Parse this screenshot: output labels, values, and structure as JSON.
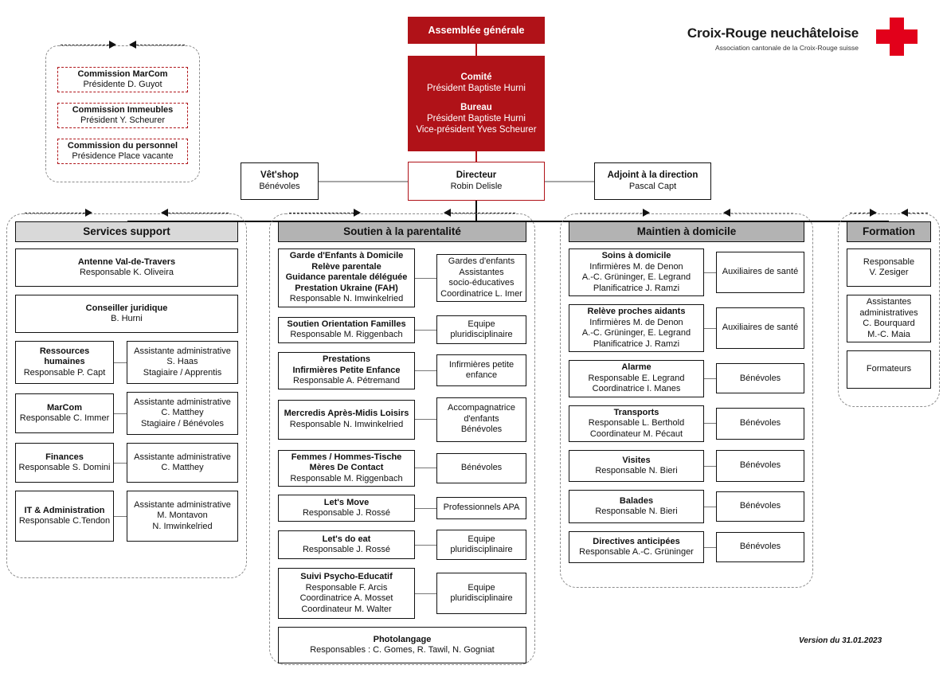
{
  "logo": {
    "title": "Croix-Rouge neuchâteloise",
    "subtitle": "Association cantonale de la Croix-Rouge suisse",
    "icon": "red-cross-icon"
  },
  "version": "Version du 31.01.2023",
  "commissions": {
    "items": [
      {
        "title": "Commission MarCom",
        "sub": "Présidente D. Guyot"
      },
      {
        "title": "Commission Immeubles",
        "sub": "Président Y. Scheurer"
      },
      {
        "title": "Commission du personnel",
        "sub": "Présidence Place vacante"
      }
    ]
  },
  "top": {
    "assemblee": "Assemblée générale",
    "comite": {
      "groups": [
        {
          "title": "Comité",
          "lines": [
            "Président Baptiste Hurni"
          ]
        },
        {
          "title": "Bureau",
          "lines": [
            "Président Baptiste Hurni",
            "Vice-président Yves Scheurer"
          ]
        }
      ]
    },
    "directeur": {
      "title": "Directeur",
      "sub": "Robin Delisle"
    },
    "vetshop": {
      "title": "Vêt'shop",
      "sub": "Bénévoles"
    },
    "adjoint": {
      "title": "Adjoint à la direction",
      "sub": "Pascal Capt"
    }
  },
  "columns": [
    {
      "id": "services-support",
      "header": "Services support",
      "header_bg": "#d9d9d9",
      "rows": [
        {
          "type": "full",
          "left": {
            "bold": [
              "Antenne Val-de-Travers"
            ],
            "text": [
              "Responsable K. Oliveira"
            ],
            "h": 48
          }
        },
        {
          "type": "full",
          "left": {
            "bold": [
              "Conseiller juridique"
            ],
            "text": [
              "B. Hurni"
            ],
            "h": 48
          }
        },
        {
          "type": "pair",
          "left": {
            "bold": [
              "Ressources",
              "humaines"
            ],
            "text": [
              "Responsable P. Capt"
            ],
            "h": 54
          },
          "right": {
            "bold": [],
            "text": [
              "Assistante administrative",
              "S. Haas",
              "Stagiaire / Apprentis"
            ],
            "h": 54
          }
        },
        {
          "type": "pair",
          "left": {
            "bold": [
              "MarCom"
            ],
            "text": [
              "Responsable C. Immer"
            ],
            "h": 50
          },
          "right": {
            "bold": [],
            "text": [
              "Assistante administrative",
              "C. Matthey",
              "Stagiaire / Bénévoles"
            ],
            "h": 54
          }
        },
        {
          "type": "pair",
          "left": {
            "bold": [
              "Finances"
            ],
            "text": [
              "Responsable S. Domini"
            ],
            "h": 50
          },
          "right": {
            "bold": [],
            "text": [
              "Assistante administrative",
              "C. Matthey"
            ],
            "h": 50
          }
        },
        {
          "type": "pair",
          "left": {
            "bold": [
              "IT & Administration"
            ],
            "text": [
              "Responsable C.Tendon"
            ],
            "h": 64
          },
          "right": {
            "bold": [],
            "text": [
              "Assistante administrative",
              "M. Montavon",
              "N. Imwinkelried"
            ],
            "h": 64
          }
        }
      ]
    },
    {
      "id": "soutien-parentalite",
      "header": "Soutien à la parentalité",
      "header_bg": "#b3b3b3",
      "rows": [
        {
          "type": "pair",
          "left": {
            "bold": [
              "Garde d'Enfants à Domicile",
              "Relève parentale",
              "Guidance parentale déléguée",
              "Prestation Ukraine (FAH)"
            ],
            "text": [
              "Responsable N. Imwinkelried"
            ],
            "h": 74
          },
          "right": {
            "bold": [],
            "text": [
              "Gardes d'enfants",
              "Assistantes",
              "socio-éducatives",
              "Coordinatrice L. Imer"
            ],
            "h": 58
          }
        },
        {
          "type": "pair",
          "left": {
            "bold": [
              "Soutien Orientation Familles"
            ],
            "text": [
              "Responsable M. Riggenbach"
            ],
            "h": 32
          },
          "right": {
            "bold": [],
            "text": [
              "Equipe",
              "pluridisciplinaire"
            ],
            "h": 36
          }
        },
        {
          "type": "pair",
          "left": {
            "bold": [
              "Prestations",
              "Infirmières Petite Enfance"
            ],
            "text": [
              "Responsable A. Pétremand"
            ],
            "h": 44
          },
          "right": {
            "bold": [],
            "text": [
              "Infirmières petite",
              "enfance"
            ],
            "h": 40
          }
        },
        {
          "type": "pair",
          "left": {
            "bold": [
              "Mercredis Après-Midis Loisirs"
            ],
            "text": [
              "Responsable N. Imwinkelried"
            ],
            "h": 50
          },
          "right": {
            "bold": [],
            "text": [
              "Accompagnatrice",
              "d'enfants",
              "Bénévoles"
            ],
            "h": 56
          }
        },
        {
          "type": "pair",
          "left": {
            "bold": [
              "Femmes / Hommes-Tische",
              "Mères De Contact"
            ],
            "text": [
              "Responsable M. Riggenbach"
            ],
            "h": 44
          },
          "right": {
            "bold": [],
            "text": [
              "Bénévoles"
            ],
            "h": 38
          }
        },
        {
          "type": "pair",
          "left": {
            "bold": [
              "Let's Move"
            ],
            "text": [
              "Responsable J. Rossé"
            ],
            "h": 34
          },
          "right": {
            "bold": [],
            "text": [
              "Professionnels APA"
            ],
            "h": 28
          }
        },
        {
          "type": "pair",
          "left": {
            "bold": [
              "Let's do eat"
            ],
            "text": [
              "Responsable J. Rossé"
            ],
            "h": 36
          },
          "right": {
            "bold": [],
            "text": [
              "Equipe",
              "pluridisciplinaire"
            ],
            "h": 38
          }
        },
        {
          "type": "pair",
          "left": {
            "bold": [
              "Suivi Psycho-Educatif"
            ],
            "text": [
              "Responsable F. Arcis",
              "Coordinatrice A. Mosset",
              "Coordinateur M. Walter"
            ],
            "h": 64
          },
          "right": {
            "bold": [],
            "text": [
              "Equipe",
              "pluridisciplinaire"
            ],
            "h": 52
          }
        },
        {
          "type": "full",
          "left": {
            "bold": [
              "Photolangage"
            ],
            "text": [
              "Responsables : C. Gomes, R. Tawil, N. Gogniat"
            ],
            "h": 46
          }
        }
      ]
    },
    {
      "id": "maintien-domicile",
      "header": "Maintien à domicile",
      "header_bg": "#b3b3b3",
      "rows": [
        {
          "type": "pair",
          "left": {
            "bold": [
              "Soins à domicile"
            ],
            "text": [
              "Infirmières M. de Denon",
              "A.-C. Grüninger, E. Legrand",
              "Planificatrice J. Ramzi"
            ],
            "h": 60
          },
          "right": {
            "bold": [],
            "text": [
              "Auxiliaires de santé"
            ],
            "h": 52
          }
        },
        {
          "type": "pair",
          "left": {
            "bold": [
              "Relève proches aidants"
            ],
            "text": [
              "Infirmières M. de Denon",
              "A.-C. Grüninger, E. Legrand",
              "Planificatrice J. Ramzi"
            ],
            "h": 60
          },
          "right": {
            "bold": [],
            "text": [
              "Auxiliaires de santé"
            ],
            "h": 52
          }
        },
        {
          "type": "pair",
          "left": {
            "bold": [
              "Alarme"
            ],
            "text": [
              "Responsable E. Legrand",
              "Coordinatrice I. Manes"
            ],
            "h": 44
          },
          "right": {
            "bold": [],
            "text": [
              "Bénévoles"
            ],
            "h": 38
          }
        },
        {
          "type": "pair",
          "left": {
            "bold": [
              "Transports"
            ],
            "text": [
              "Responsable L. Berthold",
              "Coordinateur M. Pécaut"
            ],
            "h": 46
          },
          "right": {
            "bold": [],
            "text": [
              "Bénévoles"
            ],
            "h": 40
          }
        },
        {
          "type": "pair",
          "left": {
            "bold": [
              "Visites"
            ],
            "text": [
              "Responsable N. Bieri"
            ],
            "h": 40
          },
          "right": {
            "bold": [],
            "text": [
              "Bénévoles"
            ],
            "h": 40
          }
        },
        {
          "type": "pair",
          "left": {
            "bold": [
              "Balades"
            ],
            "text": [
              "Responsable N. Bieri"
            ],
            "h": 42
          },
          "right": {
            "bold": [],
            "text": [
              "Bénévoles"
            ],
            "h": 38
          }
        },
        {
          "type": "pair",
          "left": {
            "bold": [
              "Directives anticipées"
            ],
            "text": [
              "Responsable A.-C. Grüninger"
            ],
            "h": 40
          },
          "right": {
            "bold": [],
            "text": [
              "Bénévoles"
            ],
            "h": 38
          }
        }
      ]
    },
    {
      "id": "formation",
      "header": "Formation",
      "header_bg": "#b3b3b3",
      "rows": [
        {
          "type": "full",
          "left": {
            "bold": [],
            "text": [
              "Responsable",
              "V. Zesiger"
            ],
            "h": 48
          }
        },
        {
          "type": "full",
          "left": {
            "bold": [],
            "text": [
              "Assistantes",
              "administratives",
              "C. Bourquard",
              "M.-C. Maia"
            ],
            "h": 58
          }
        },
        {
          "type": "full",
          "left": {
            "bold": [],
            "text": [
              "Formateurs"
            ],
            "h": 48
          }
        }
      ]
    }
  ]
}
